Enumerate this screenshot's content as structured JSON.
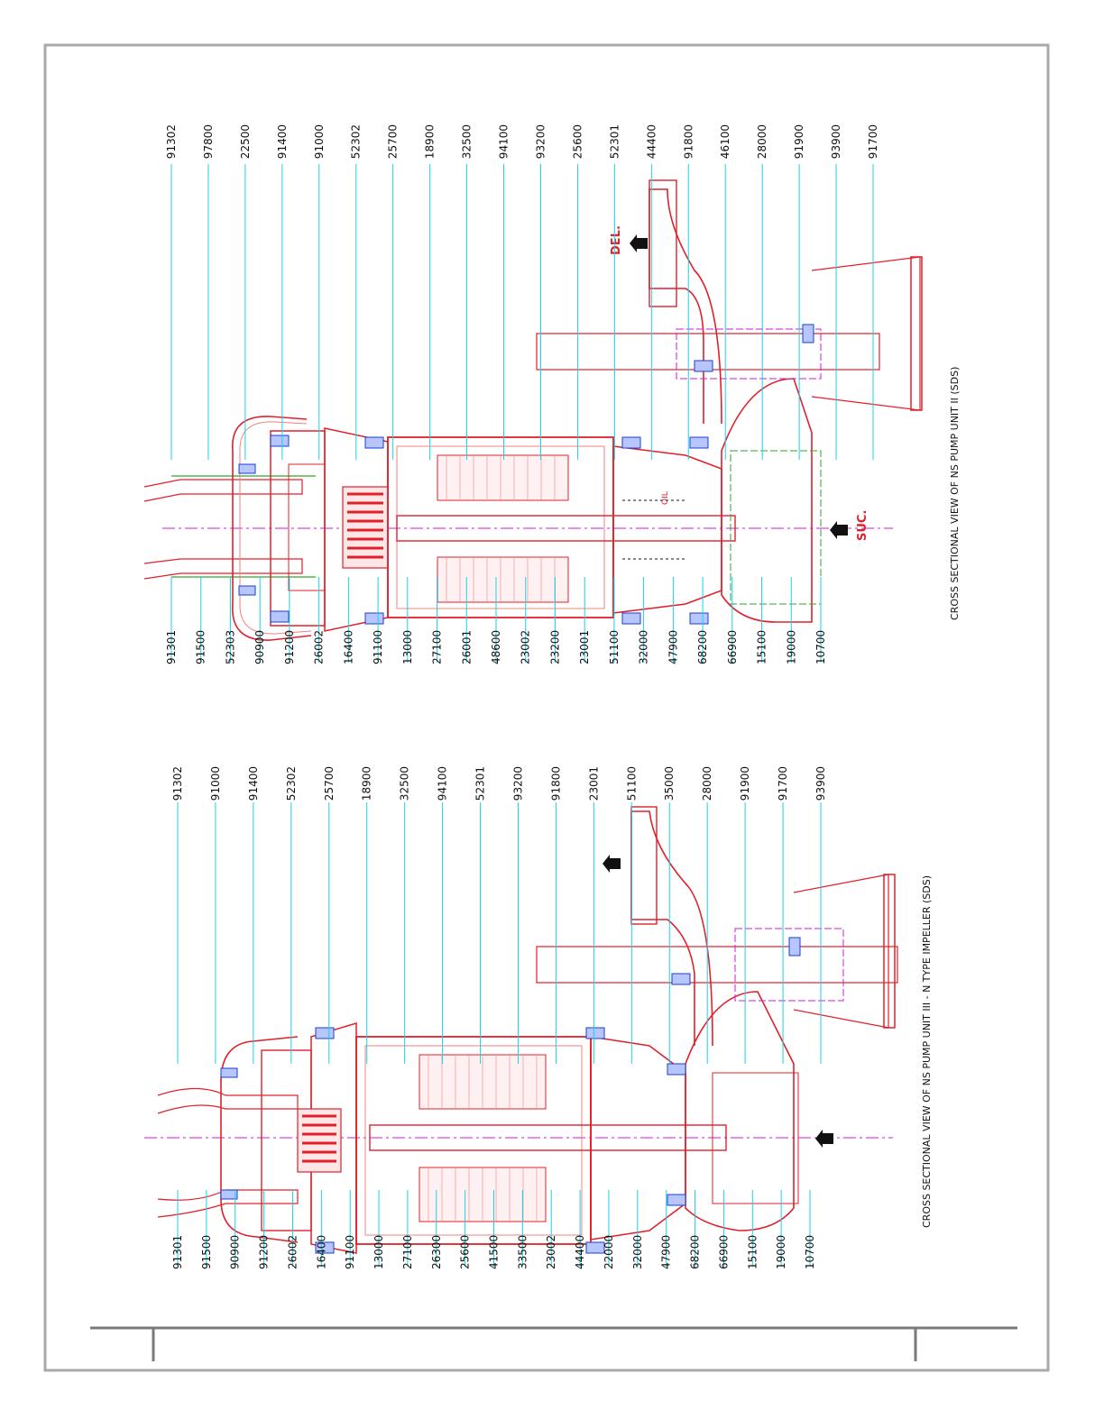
{
  "colors": {
    "frame": "#a9a9a9",
    "body": "#e0202a",
    "hatch": "#f08080",
    "leader": "#17d3e6",
    "bolt": "#1a3fd6",
    "center": "#d21bd6",
    "seal": "#2ea62e"
  },
  "unit_a": {
    "title": "CROSS SECTIONAL VIEW OF NS PUMP UNIT II (SDS)",
    "delivery_label": "DEL.",
    "suction_label": "SUC.",
    "oil_label": "OIL",
    "top_labels": [
      "91302",
      "97800",
      "22500",
      "91400",
      "91000",
      "52302",
      "25700",
      "18900",
      "32500",
      "94100",
      "93200",
      "25600",
      "52301",
      "44400",
      "91800",
      "46100",
      "28000",
      "91900",
      "93900",
      "91700"
    ],
    "bottom_labels": [
      "91301",
      "91500",
      "52303",
      "90900",
      "91200",
      "26002",
      "16400",
      "91100",
      "13000",
      "27100",
      "26001",
      "48600",
      "23002",
      "23200",
      "23001",
      "51100",
      "32000",
      "47900",
      "68200",
      "66900",
      "15100",
      "19000",
      "10700"
    ]
  },
  "unit_b": {
    "title": "CROSS SECTIONAL VIEW OF NS PUMP UNIT III - N TYPE IMPELLER (SDS)",
    "top_labels": [
      "91302",
      "91000",
      "91400",
      "52302",
      "25700",
      "18900",
      "32500",
      "94100",
      "52301",
      "93200",
      "91800",
      "23001",
      "51100",
      "35000",
      "28000",
      "91900",
      "91700",
      "93900"
    ],
    "bottom_labels": [
      "91301",
      "91500",
      "90900",
      "91200",
      "26002",
      "16400",
      "91100",
      "13000",
      "27100",
      "26300",
      "25600",
      "41500",
      "33500",
      "23002",
      "44400",
      "22000",
      "32000",
      "47900",
      "68200",
      "66900",
      "15100",
      "19000",
      "10700"
    ]
  }
}
